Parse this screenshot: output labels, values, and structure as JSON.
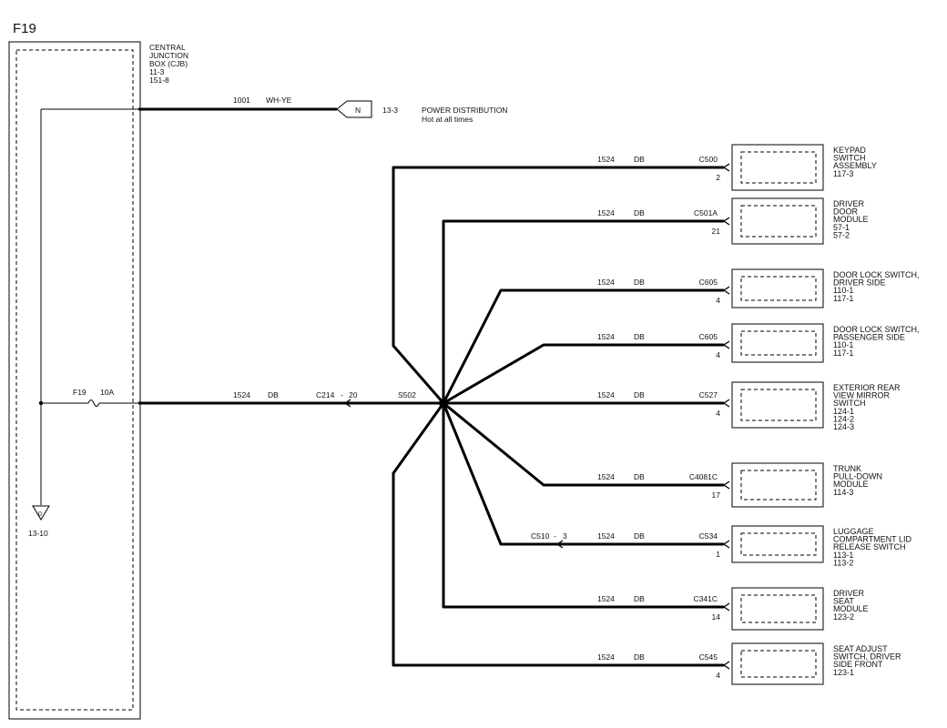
{
  "page_label": "F19",
  "cjb": {
    "lines": [
      "CENTRAL",
      "JUNCTION",
      "BOX (CJB)",
      "11-3",
      "151-8"
    ]
  },
  "power": {
    "circuit": "1001",
    "color": "WH-YE",
    "terminal": "N",
    "page_ref": "13-3",
    "title": "POWER DISTRIBUTION",
    "subtitle": "Hot at all times"
  },
  "fuse": {
    "name": "F19",
    "rating": "10A"
  },
  "ground": {
    "symbol": "0",
    "ref": "13-10"
  },
  "main_feed": {
    "circuit": "1524",
    "color": "DB",
    "connector": "C214",
    "dash": "-",
    "pin": "20",
    "splice": "S502"
  },
  "loads": [
    {
      "circuit": "1524",
      "color": "DB",
      "connector": "C500",
      "pin": "2",
      "desc": [
        "KEYPAD",
        "SWITCH",
        "ASSEMBLY",
        "117-3"
      ]
    },
    {
      "circuit": "1524",
      "color": "DB",
      "connector": "C501A",
      "pin": "21",
      "desc": [
        "DRIVER",
        "DOOR",
        "MODULE",
        "57-1",
        "57-2"
      ]
    },
    {
      "circuit": "1524",
      "color": "DB",
      "connector": "C605",
      "pin": "4",
      "desc": [
        "DOOR LOCK SWITCH,",
        "DRIVER SIDE",
        "110-1",
        "117-1"
      ]
    },
    {
      "circuit": "1524",
      "color": "DB",
      "connector": "C605",
      "pin": "4",
      "desc": [
        "DOOR LOCK SWITCH,",
        "PASSENGER SIDE",
        "110-1",
        "117-1"
      ]
    },
    {
      "circuit": "1524",
      "color": "DB",
      "connector": "C527",
      "pin": "4",
      "desc": [
        "EXTERIOR REAR",
        "VIEW MIRROR",
        "SWITCH",
        "124-1",
        "124-2",
        "124-3"
      ]
    },
    {
      "circuit": "1524",
      "color": "DB",
      "connector": "C4081C",
      "pin": "17",
      "desc": [
        "TRUNK",
        "PULL-DOWN",
        "MODULE",
        "114-3"
      ]
    },
    {
      "circuit": "1524",
      "color": "DB",
      "connector": "C534",
      "pin": "1",
      "inline": "C510",
      "inline_dash": "-",
      "inline_pin": "3",
      "desc": [
        "LUGGAGE",
        "COMPARTMENT LID",
        "RELEASE SWITCH",
        "113-1",
        "113-2"
      ]
    },
    {
      "circuit": "1524",
      "color": "DB",
      "connector": "C341C",
      "pin": "14",
      "desc": [
        "DRIVER",
        "SEAT",
        "MODULE",
        "123-2"
      ]
    },
    {
      "circuit": "1524",
      "color": "DB",
      "connector": "C545",
      "pin": "4",
      "desc": [
        "SEAT ADJUST",
        "SWITCH, DRIVER",
        "SIDE FRONT",
        "123-1"
      ]
    }
  ]
}
